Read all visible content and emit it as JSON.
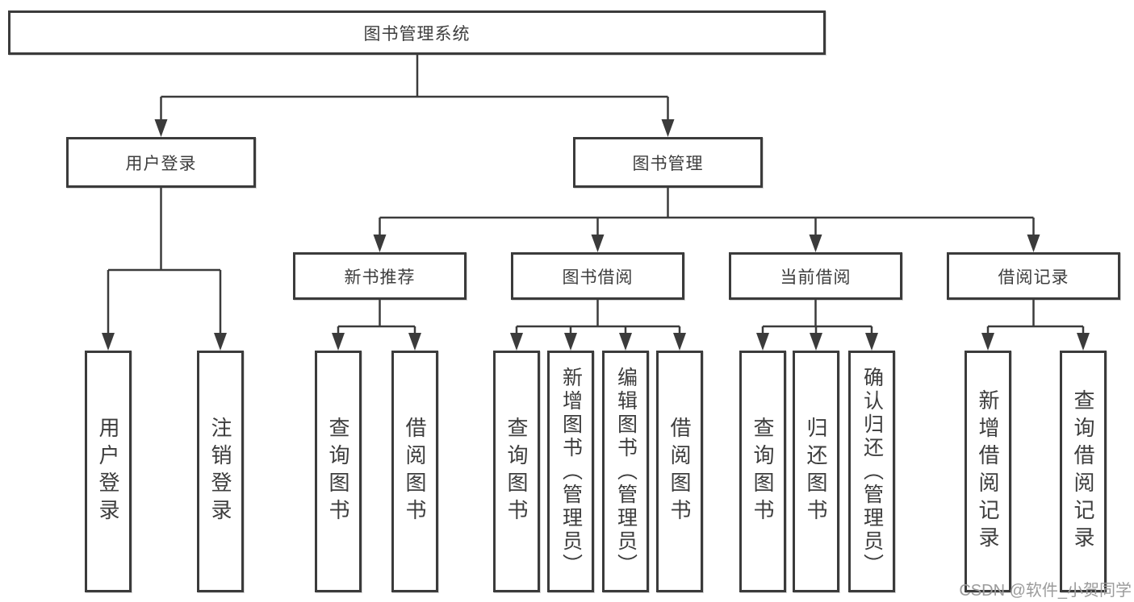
{
  "diagram": {
    "root": {
      "label": "图书管理系统",
      "children": [
        {
          "label": "用户登录",
          "children": [
            {
              "label": "用户登录"
            },
            {
              "label": "注销登录"
            }
          ]
        },
        {
          "label": "图书管理",
          "children": [
            {
              "label": "新书推荐",
              "children": [
                {
                  "label": "查询图书"
                },
                {
                  "label": "借阅图书"
                }
              ]
            },
            {
              "label": "图书借阅",
              "children": [
                {
                  "label": "查询图书"
                },
                {
                  "label": "新增图书（管理员）"
                },
                {
                  "label": "编辑图书（管理员）"
                },
                {
                  "label": "借阅图书"
                }
              ]
            },
            {
              "label": "当前借阅",
              "children": [
                {
                  "label": "查询图书"
                },
                {
                  "label": "归还图书"
                },
                {
                  "label": "确认归还（管理员）"
                }
              ]
            },
            {
              "label": "借阅记录",
              "children": [
                {
                  "label": "新增借阅记录"
                },
                {
                  "label": "查询借阅记录"
                }
              ]
            }
          ]
        }
      ]
    }
  },
  "colors": {
    "line": "#3b3b3b",
    "box_border": "#3b3b3b",
    "text": "#3d3d3d",
    "watermark": "#9b9b9b",
    "background": "#ffffff"
  },
  "watermark": {
    "text": "CSDN @软件_小贺同学"
  }
}
